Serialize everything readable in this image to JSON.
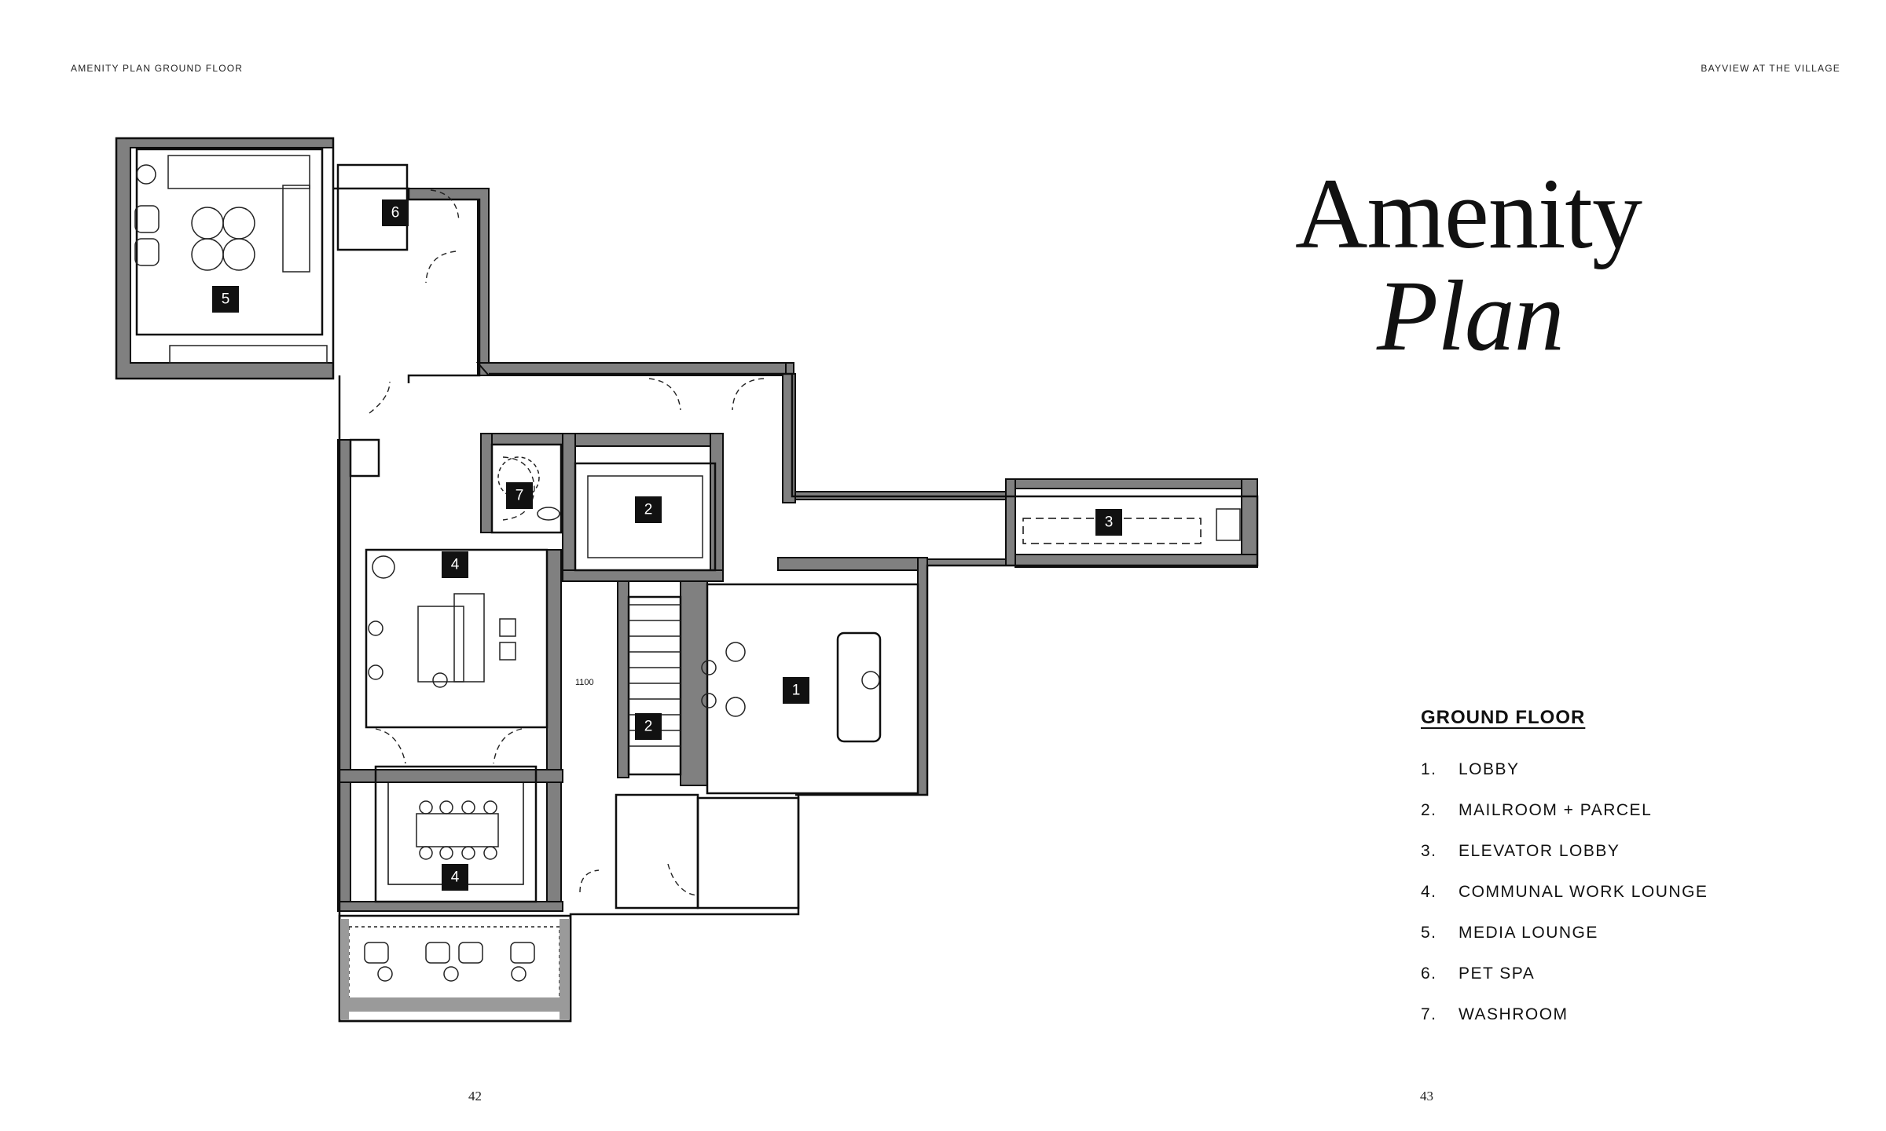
{
  "header": {
    "left": "AMENITY PLAN GROUND FLOOR",
    "right": "BAYVIEW AT THE VILLAGE"
  },
  "title": {
    "line1": "Amenity",
    "line2": "Plan"
  },
  "legend": {
    "heading": "GROUND FLOOR",
    "items": [
      {
        "num": "1.",
        "label": "LOBBY"
      },
      {
        "num": "2.",
        "label": "MAILROOM + PARCEL"
      },
      {
        "num": "3.",
        "label": "ELEVATOR LOBBY"
      },
      {
        "num": "4.",
        "label": "COMMUNAL WORK LOUNGE"
      },
      {
        "num": "5.",
        "label": "MEDIA LOUNGE"
      },
      {
        "num": "6.",
        "label": "PET SPA"
      },
      {
        "num": "7.",
        "label": "WASHROOM"
      }
    ]
  },
  "plan": {
    "room_labels": {
      "lobby": "1",
      "mailroom_upper": "2",
      "mailroom_lower": "2",
      "elevator_lobby": "3",
      "work_lounge_upper": "4",
      "work_lounge_lower": "4",
      "media_lounge": "5",
      "pet_spa": "6",
      "washroom": "7"
    },
    "dimension": "1100"
  },
  "page_numbers": {
    "left": "42",
    "right": "43"
  },
  "colors": {
    "wall": "#0e0e0e",
    "wall_fill": "#808080",
    "label_bg": "#111111",
    "text": "#111111"
  }
}
